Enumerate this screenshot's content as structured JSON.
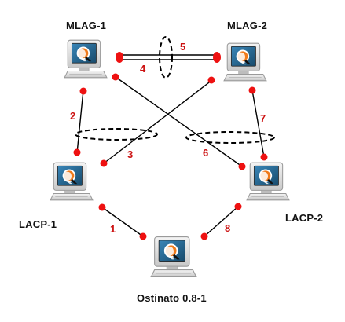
{
  "nodes": {
    "mlag1": {
      "label": "MLAG-1",
      "icon": "computer-icon"
    },
    "mlag2": {
      "label": "MLAG-2",
      "icon": "computer-icon"
    },
    "lacp1": {
      "label": "LACP-1",
      "icon": "computer-icon"
    },
    "lacp2": {
      "label": "LACP-2",
      "icon": "computer-icon"
    },
    "ostinato": {
      "label": "Ostinato 0.8-1",
      "icon": "computer-icon"
    }
  },
  "links": {
    "l1": {
      "label": "1",
      "from": "lacp1",
      "to": "ostinato"
    },
    "l2": {
      "label": "2",
      "from": "mlag1",
      "to": "lacp1"
    },
    "l3": {
      "label": "3",
      "from": "mlag2",
      "to": "lacp1"
    },
    "l4": {
      "label": "4",
      "from": "mlag1",
      "to": "mlag2"
    },
    "l5": {
      "label": "5",
      "from": "mlag1",
      "to": "mlag2"
    },
    "l6": {
      "label": "6",
      "from": "mlag1",
      "to": "lacp2"
    },
    "l7": {
      "label": "7",
      "from": "mlag2",
      "to": "lacp2"
    },
    "l8": {
      "label": "8",
      "from": "lacp2",
      "to": "ostinato"
    }
  },
  "colors": {
    "port": "#ee1111",
    "link_label": "#cc1111",
    "wire": "#000000",
    "monitor_frame": "#dcdcdc",
    "screen": "#1f5e86",
    "logo": "#f07a1a"
  }
}
